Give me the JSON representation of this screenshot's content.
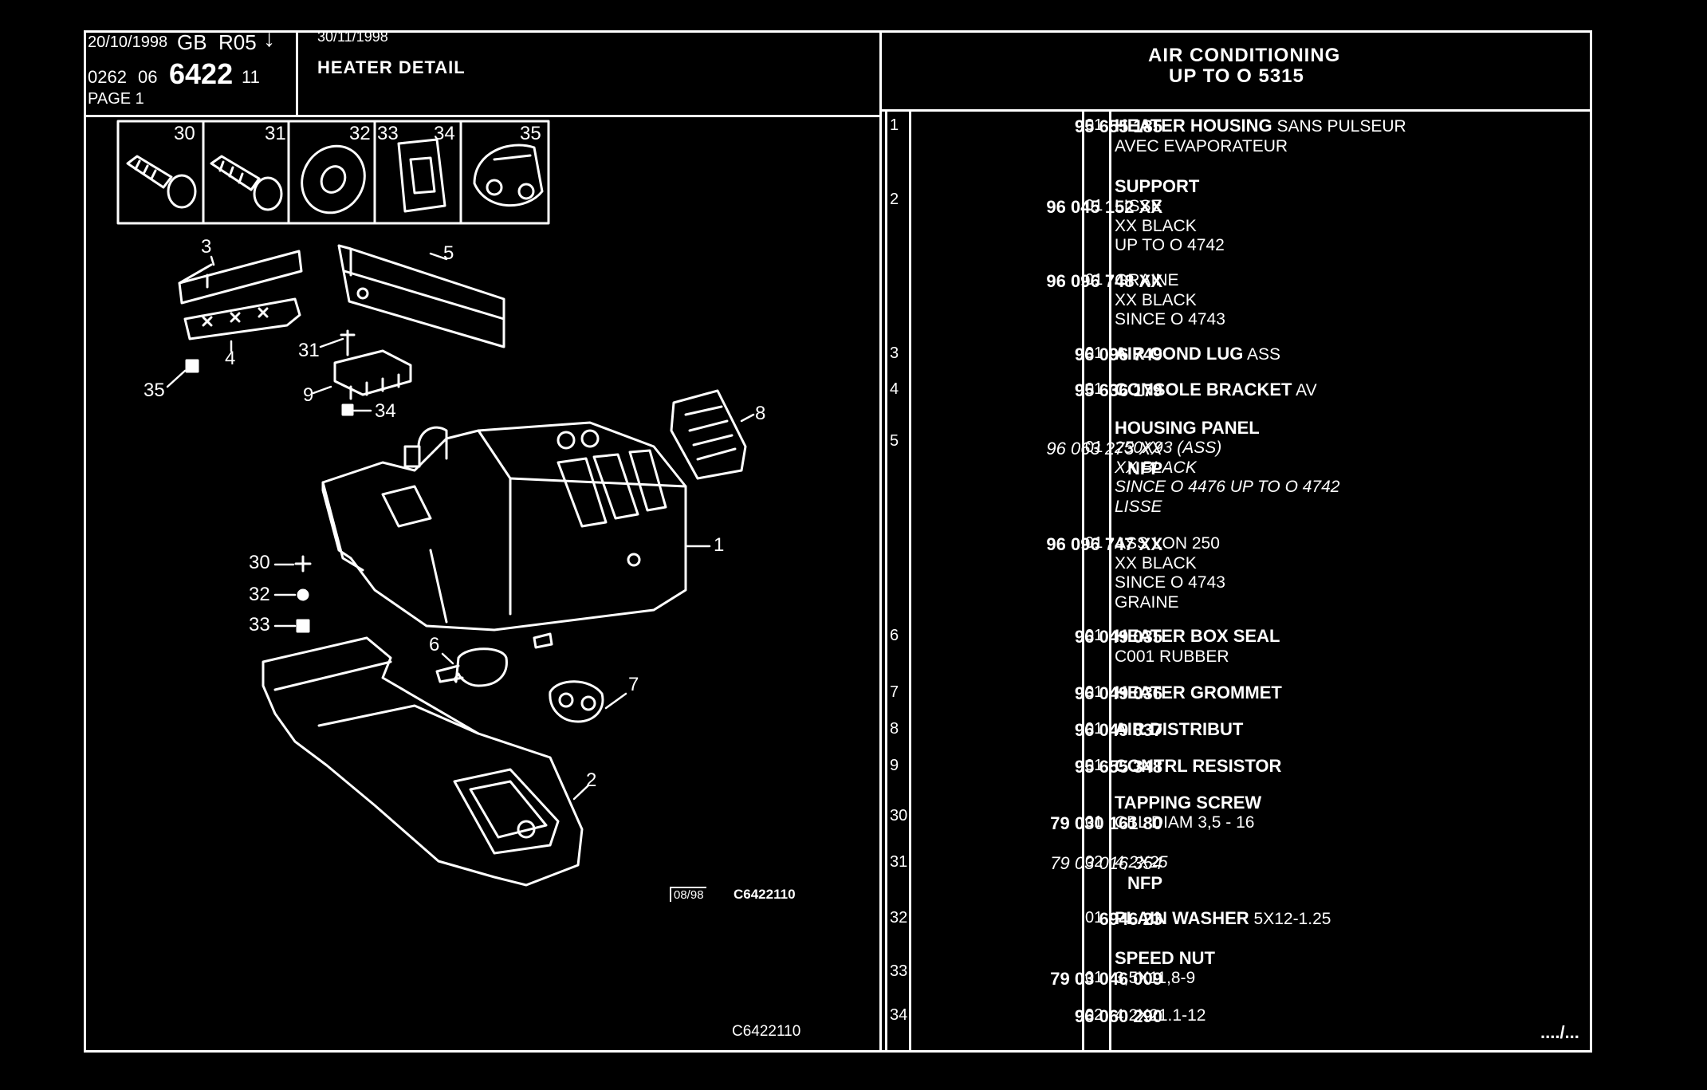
{
  "header": {
    "date_left": "20/10/1998",
    "region": "GB",
    "revision": "R05",
    "code_prefix": "0262",
    "code_mid": "06",
    "code_main": "6422",
    "code_suffix": "11",
    "page_label": "PAGE 1",
    "date_right": "30/11/1998",
    "section_title": "HEATER DETAIL",
    "group_title_line1": "AIR CONDITIONING",
    "group_title_line2": "UP TO O  5315"
  },
  "diagram": {
    "hardware_labels": [
      "30",
      "31",
      "32",
      "33",
      "34",
      "35"
    ],
    "callouts": [
      "3",
      "5",
      "4",
      "31",
      "35",
      "9",
      "34",
      "8",
      "1",
      "30",
      "32",
      "33",
      "6",
      "7",
      "2"
    ],
    "stamp_box": "08/98",
    "stamp_code": "C6422110",
    "footer_code": "C6422110"
  },
  "parts": [
    {
      "index": "1",
      "ref": "95 655 185",
      "nfp": "",
      "qty": "01",
      "italic": false,
      "lines": [
        {
          "text": "HEATER HOUSING",
          "bold": true,
          "tail": " SANS PULSEUR"
        },
        {
          "text": "AVEC EVAPORATEUR"
        }
      ]
    },
    {
      "index": "2",
      "ref": "96 045 152 XX",
      "nfp": "",
      "qty": "01",
      "italic": false,
      "heading": "SUPPORT",
      "lines": [
        {
          "text": "LISSE"
        },
        {
          "text": "XX BLACK"
        },
        {
          "text": "UP TO O 4742"
        }
      ]
    },
    {
      "index": "",
      "ref": "96 096 748 XX",
      "nfp": "",
      "qty": "01",
      "italic": false,
      "lines": [
        {
          "text": "GRAINE"
        },
        {
          "text": "XX BLACK"
        },
        {
          "text": "SINCE O 4743"
        }
      ]
    },
    {
      "index": "3",
      "ref": "96 096 749",
      "nfp": "",
      "qty": "01",
      "italic": false,
      "lines": [
        {
          "text": "AIR COND LUG",
          "bold": true,
          "tail": " ASS"
        }
      ]
    },
    {
      "index": "4",
      "ref": "95 636 179",
      "nfp": "",
      "qty": "01",
      "italic": false,
      "lines": [
        {
          "text": "CONSOLE BRACKET",
          "bold": true,
          "tail": " AV"
        }
      ]
    },
    {
      "index": "5",
      "ref": "96 063 273 XX",
      "nfp": "NFP",
      "qty": "01",
      "italic": true,
      "heading": "HOUSING PANEL",
      "lines": [
        {
          "text": "250X93 (ASS)"
        },
        {
          "text": "XX BLACK"
        },
        {
          "text": "SINCE O 4476 UP TO O 4742"
        },
        {
          "text": "LISSE"
        }
      ]
    },
    {
      "index": "",
      "ref": "96 096 747 XX",
      "nfp": "",
      "qty": "01",
      "italic": false,
      "lines": [
        {
          "text": "ASS LON 250"
        },
        {
          "text": "XX BLACK"
        },
        {
          "text": "SINCE O 4743"
        },
        {
          "text": "GRAINE"
        }
      ]
    },
    {
      "index": "6",
      "ref": "96 049 035",
      "nfp": "",
      "qty": "01",
      "italic": false,
      "lines": [
        {
          "text": "HEATER BOX SEAL",
          "bold": true
        },
        {
          "text": "C001 RUBBER"
        }
      ]
    },
    {
      "index": "7",
      "ref": "96 049 036",
      "nfp": "",
      "qty": "01",
      "italic": false,
      "lines": [
        {
          "text": "HEATER GROMMET",
          "bold": true
        }
      ]
    },
    {
      "index": "8",
      "ref": "96 049 037",
      "nfp": "",
      "qty": "01",
      "italic": false,
      "lines": [
        {
          "text": "AIR DISTRIBUT",
          "bold": true
        }
      ]
    },
    {
      "index": "9",
      "ref": "95 655 348",
      "nfp": "",
      "qty": "01",
      "italic": false,
      "lines": [
        {
          "text": "CONTRL RESISTOR",
          "bold": true
        }
      ]
    },
    {
      "index": "30",
      "ref": "79 030 161 80",
      "nfp": "",
      "qty": "01",
      "italic": false,
      "heading": "TAPPING SCREW",
      "lines": [
        {
          "text": "CBL DIAM 3,5 - 16"
        }
      ]
    },
    {
      "index": "31",
      "ref": "79 03 016 354",
      "nfp": "NFP",
      "qty": "02",
      "italic": true,
      "lines": [
        {
          "text": "4,2X25"
        }
      ]
    },
    {
      "index": "32",
      "ref": "6946 23",
      "nfp": "",
      "qty": "01",
      "italic": false,
      "lines": [
        {
          "text": "PLAIN WASHER",
          "bold": true,
          "tail": " 5X12-1.25"
        }
      ]
    },
    {
      "index": "33",
      "ref": "79 03 046 009",
      "nfp": "",
      "qty": "01",
      "italic": false,
      "heading": "SPEED NUT",
      "lines": [
        {
          "text": "3,5X11,8-9"
        }
      ]
    },
    {
      "index": "34",
      "ref": "96 060 290",
      "nfp": "",
      "qty": "02",
      "italic": false,
      "lines": [
        {
          "text": "4.2X21.1-12"
        }
      ]
    }
  ],
  "continuation": "..../..."
}
